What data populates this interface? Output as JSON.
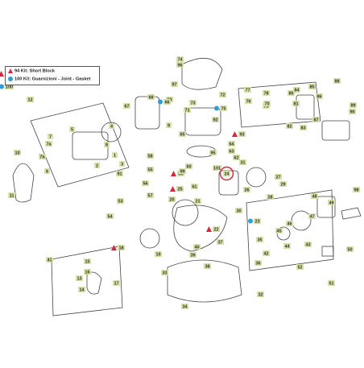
{
  "legend": {
    "row1": "94 Kit: Short Block",
    "row2": "100 Kit: Guarnizioni - Joint - Gasket"
  },
  "colors": {
    "label_bg": "#d7e3a8",
    "kit_marker": "#d7263d",
    "gasket_marker": "#2e9fd6",
    "highlight_ring": "#d7263d",
    "line": "#333333"
  },
  "callouts": [
    "74",
    "96",
    "97",
    "97",
    "98",
    "12",
    "67",
    "68",
    "69",
    "71",
    "72",
    "75",
    "77",
    "76",
    "78",
    "79",
    "80",
    "82",
    "83",
    "84",
    "85",
    "86",
    "87",
    "88",
    "89",
    "90",
    "9",
    "4",
    "5",
    "7",
    "7b",
    "7a",
    "8",
    "1",
    "2",
    "3",
    "10",
    "6",
    "91",
    "58",
    "55",
    "56",
    "57",
    "53",
    "54",
    "11",
    "18",
    "17",
    "16",
    "15",
    "13",
    "14",
    "41",
    "19",
    "25",
    "59",
    "60",
    "61",
    "24",
    "23",
    "26",
    "27",
    "28",
    "29",
    "30",
    "31",
    "62",
    "63",
    "64",
    "65",
    "93",
    "92",
    "20",
    "21",
    "22",
    "35",
    "36",
    "37",
    "38",
    "39",
    "40",
    "42",
    "43",
    "44",
    "45",
    "46",
    "47",
    "48",
    "49",
    "50",
    "51",
    "52",
    "32",
    "33",
    "34",
    "99",
    "100",
    "101",
    "73",
    "70",
    "66",
    "95",
    "94",
    "81"
  ],
  "kit_marker_labels": [
    "94",
    "93",
    "59",
    "25",
    "22",
    "18"
  ],
  "gasket_marker_labels": [
    "100",
    "66",
    "75",
    "23"
  ],
  "highlight": "24"
}
